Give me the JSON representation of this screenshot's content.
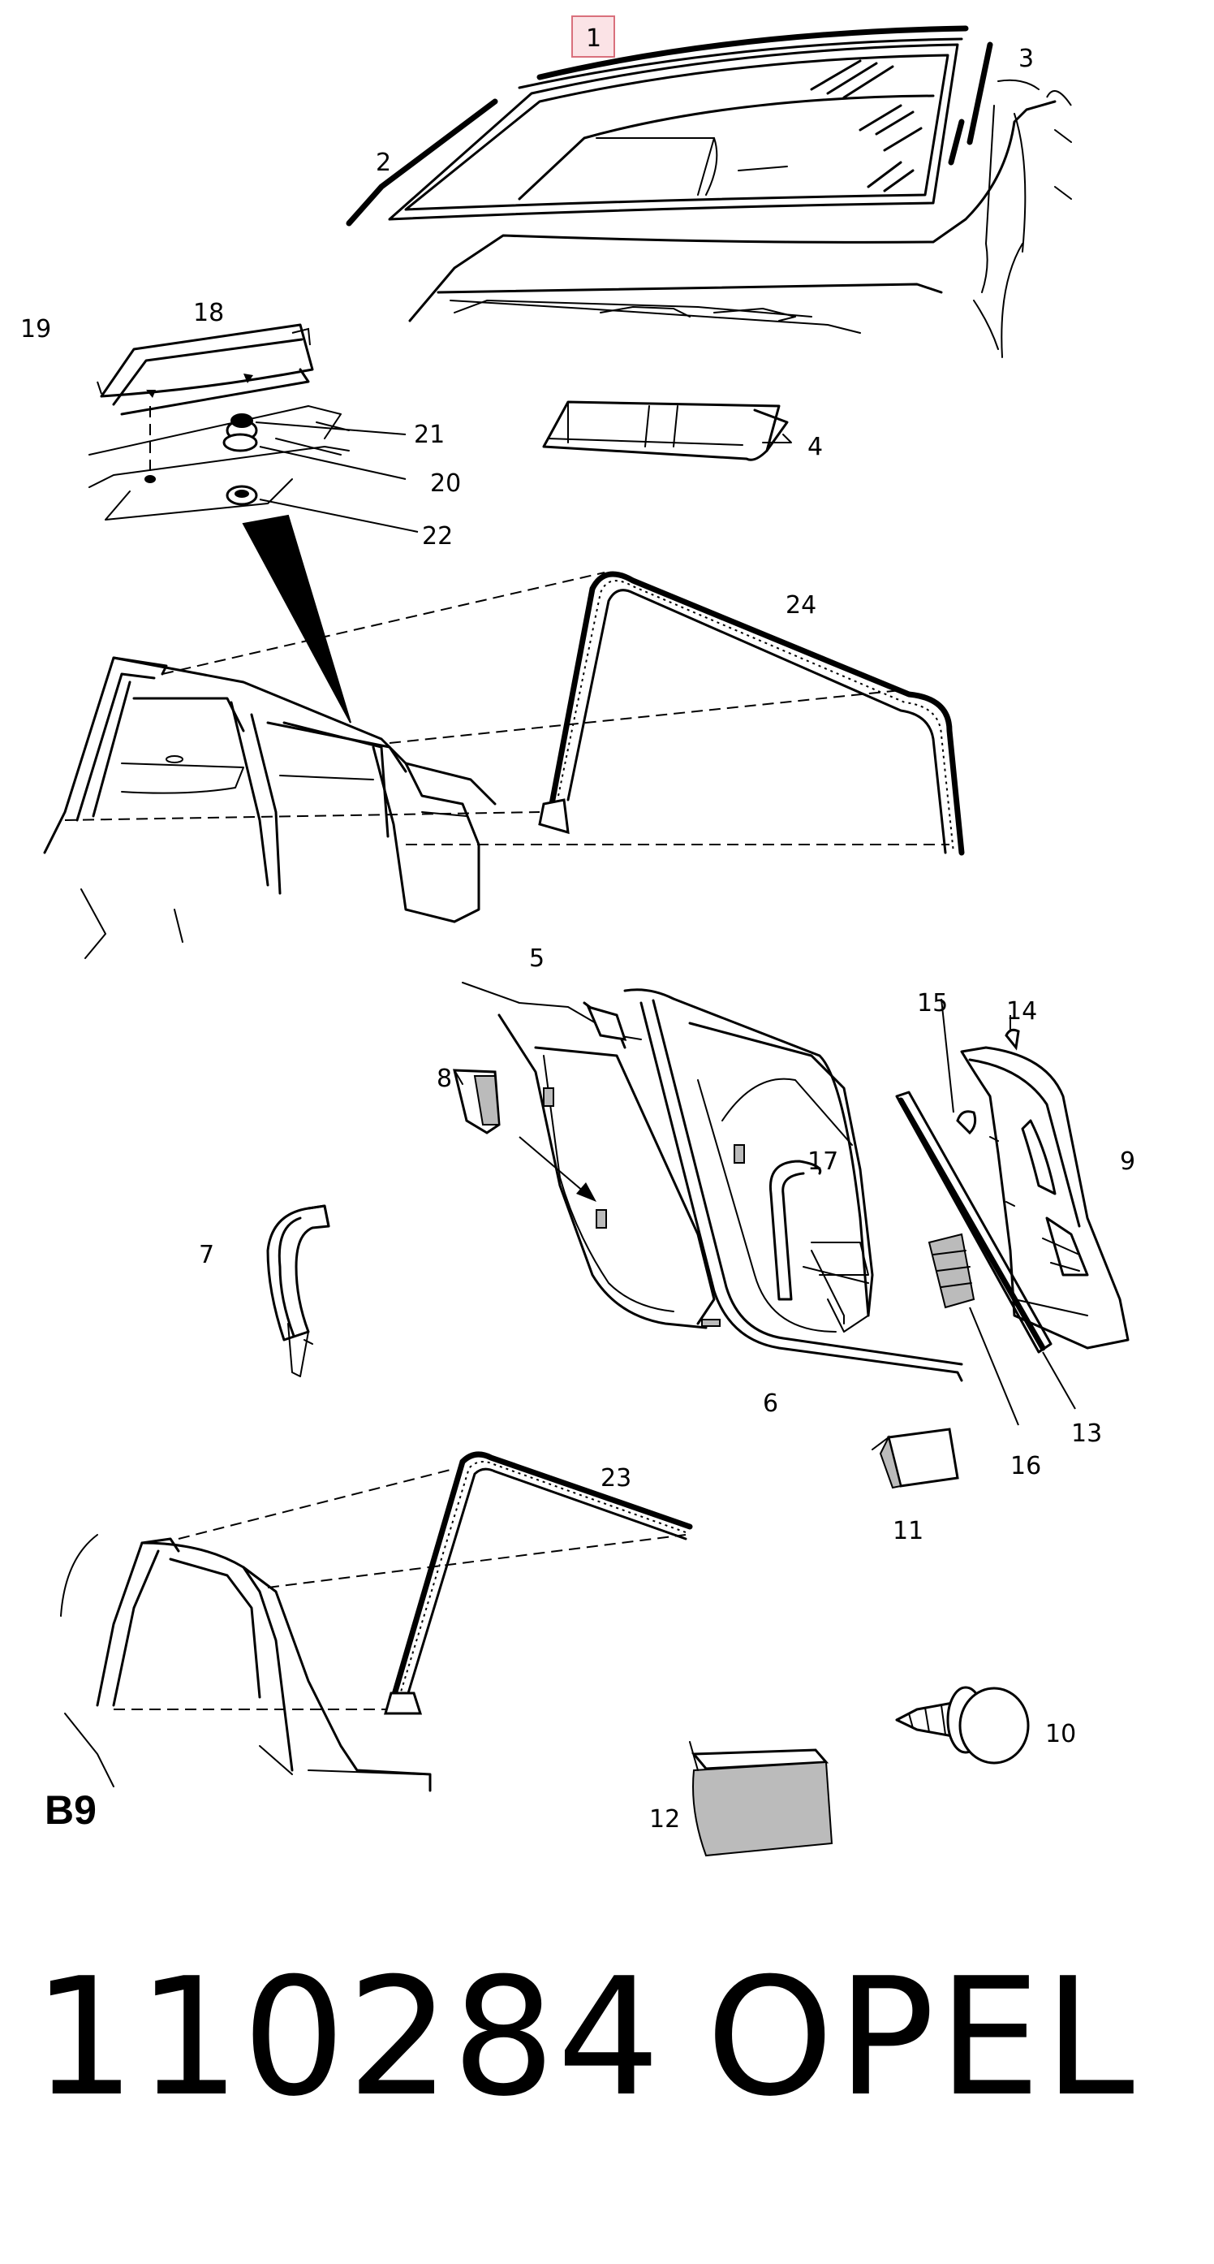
{
  "diagram": {
    "section_code": "B9",
    "part_number": "110284",
    "brand": "OPEL",
    "callouts": {
      "c1": "1",
      "c2": "2",
      "c3": "3",
      "c4": "4",
      "c5": "5",
      "c6": "6",
      "c7": "7",
      "c8": "8",
      "c9": "9",
      "c10": "10",
      "c11": "11",
      "c12": "12",
      "c13": "13",
      "c14": "14",
      "c15": "15",
      "c16": "16",
      "c17": "17",
      "c18": "18",
      "c19": "19",
      "c20": "20",
      "c21": "21",
      "c22": "22",
      "c23": "23",
      "c24": "24"
    },
    "highlighted_callout": "1",
    "highlight_color": "#d9707c"
  }
}
